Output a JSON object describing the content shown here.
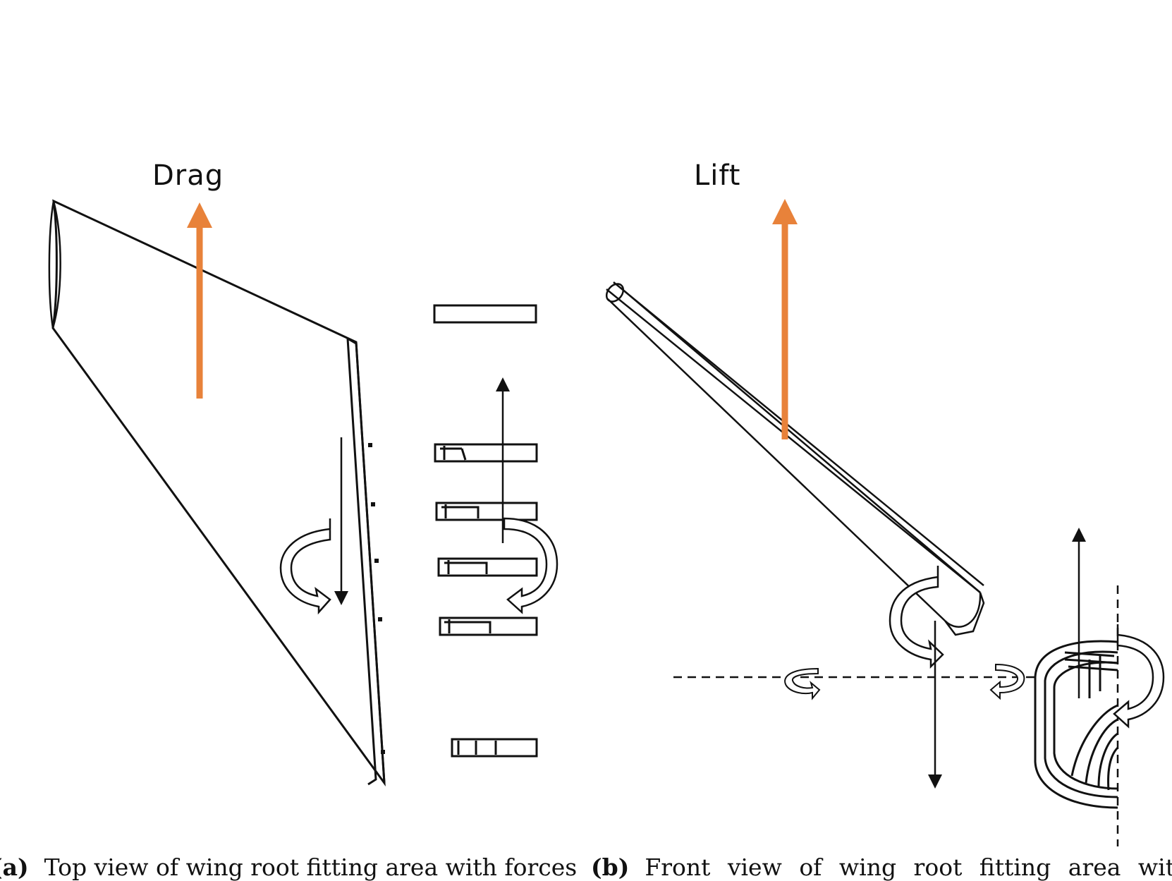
{
  "labels": {
    "drag": "Drag",
    "lift": "Lift"
  },
  "captions": {
    "a": {
      "tag": "(a)",
      "text": "Top view of wing root fitting area with forces"
    },
    "b": {
      "tag": "(b)",
      "text": "Front view of wing root fitting area with"
    }
  },
  "colors": {
    "force_arrow": "#e8823a",
    "line": "#111111"
  }
}
